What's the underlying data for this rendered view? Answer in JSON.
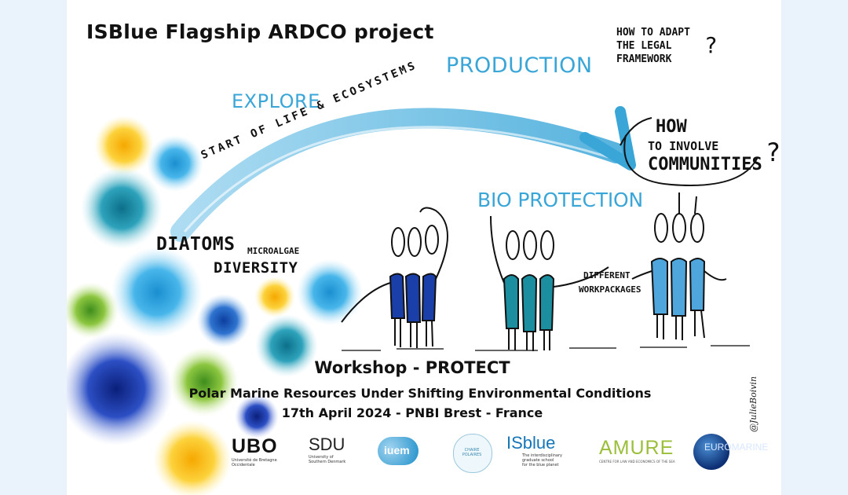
{
  "poster": {
    "title": "ISBlue Flagship ARDCO project",
    "question_legal": [
      "HOW TO ADAPT",
      "THE LEGAL",
      "FRAMEWORK"
    ],
    "question_legal_mark": "?",
    "production": "PRODUCTION",
    "explore": "EXPLORE",
    "start_of_life": "START OF LIFE & ECOSYSTEMS",
    "bioprotection": "BIO PROTECTION",
    "question_communities": [
      "HOW",
      "TO INVOLVE",
      "COMMUNITIES"
    ],
    "question_communities_mark": "?",
    "diatom": "DIATOMS",
    "microalgae": "MICROALGAE",
    "diversity": "DIVERSITY",
    "workpackages": [
      "DIFFERENT",
      "WORKPACKAGES"
    ],
    "workshop_title": "Workshop - PROTECT",
    "workshop_subtitle": "Polar Marine Resources Under Shifting Environmental Conditions",
    "workshop_date": "17th April 2024 - PNBI Brest - France",
    "signature": "@JulieBoivin"
  },
  "logos": {
    "ubo": {
      "name": "UBO",
      "caption": "Université de Bretagne Occidentale"
    },
    "sdu": {
      "name": "SDU",
      "caption_1": "University of",
      "caption_2": "Southern Denmark"
    },
    "iuem": {
      "name": "iuem"
    },
    "chaire": {
      "name_1": "CHAIRE",
      "name_2": "POLAIRES"
    },
    "isblue": {
      "name": "ISblue",
      "caption_1": "The interdisciplinary",
      "caption_2": "graduate school",
      "caption_3": "for the blue planet"
    },
    "amure": {
      "name": "AMURE",
      "caption": "CENTRE FOR LAW AND ECONOMICS OF THE SEA"
    },
    "euromarine": {
      "name": "EUROMARINE"
    }
  },
  "colors": {
    "accent_blue": "#3aa6d8",
    "dark_blue": "#1b3fa8",
    "teal": "#1b8fa0",
    "yellow": "#f7c21b",
    "green": "#8cc63f"
  }
}
